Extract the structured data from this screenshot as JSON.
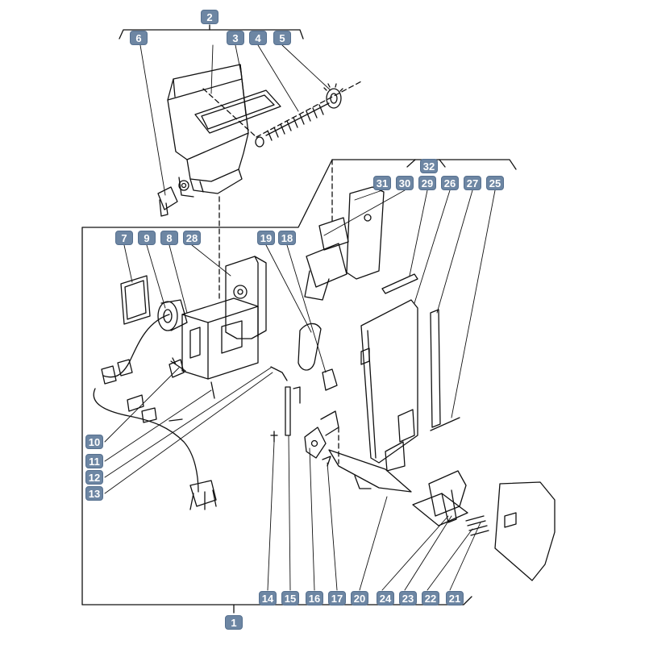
{
  "diagram": {
    "type": "exploded-parts-diagram",
    "colors": {
      "badge_fill": "#6d86a3",
      "badge_text": "#ffffff",
      "line": "#111111",
      "background": "#ffffff"
    },
    "callouts": [
      {
        "id": "c1",
        "label": "1"
      },
      {
        "id": "c2",
        "label": "2"
      },
      {
        "id": "c3",
        "label": "3"
      },
      {
        "id": "c4",
        "label": "4"
      },
      {
        "id": "c5",
        "label": "5"
      },
      {
        "id": "c6",
        "label": "6"
      },
      {
        "id": "c7",
        "label": "7"
      },
      {
        "id": "c8",
        "label": "8"
      },
      {
        "id": "c9",
        "label": "9"
      },
      {
        "id": "c10",
        "label": "10"
      },
      {
        "id": "c11",
        "label": "11"
      },
      {
        "id": "c12",
        "label": "12"
      },
      {
        "id": "c13",
        "label": "13"
      },
      {
        "id": "c14",
        "label": "14"
      },
      {
        "id": "c15",
        "label": "15"
      },
      {
        "id": "c16",
        "label": "16"
      },
      {
        "id": "c17",
        "label": "17"
      },
      {
        "id": "c18",
        "label": "18"
      },
      {
        "id": "c19",
        "label": "19"
      },
      {
        "id": "c20",
        "label": "20"
      },
      {
        "id": "c21",
        "label": "21"
      },
      {
        "id": "c22",
        "label": "22"
      },
      {
        "id": "c23",
        "label": "23"
      },
      {
        "id": "c24",
        "label": "24"
      },
      {
        "id": "c25",
        "label": "25"
      },
      {
        "id": "c26",
        "label": "26"
      },
      {
        "id": "c27",
        "label": "27"
      },
      {
        "id": "c28",
        "label": "28"
      },
      {
        "id": "c29",
        "label": "29"
      },
      {
        "id": "c30",
        "label": "30"
      },
      {
        "id": "c31",
        "label": "31"
      },
      {
        "id": "c32",
        "label": "32"
      }
    ]
  }
}
